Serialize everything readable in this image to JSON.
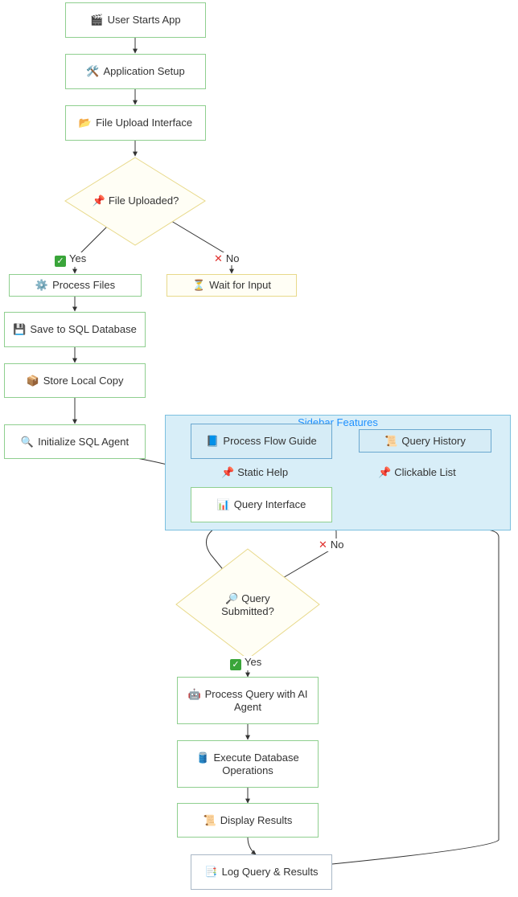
{
  "colors": {
    "node_border": "#8fcf8f",
    "decision_border": "#e8d98a",
    "subgraph_fill": "#d8eef8",
    "subgraph_border": "#7cc0df",
    "subgraph_title": "#1e90ff",
    "edge": "#333333"
  },
  "subgraph": {
    "title": "Sidebar Features"
  },
  "nodes": {
    "user_starts": {
      "icon": "🎬",
      "label": "User Starts App"
    },
    "app_setup": {
      "icon": "🛠️",
      "label": "Application Setup"
    },
    "file_upload": {
      "icon": "📂",
      "label": "File Upload Interface"
    },
    "file_uploaded": {
      "icon": "📌",
      "label": "File Uploaded?"
    },
    "process_files": {
      "icon": "⚙️",
      "label": "Process Files"
    },
    "wait_input": {
      "icon": "⏳",
      "label": "Wait for Input"
    },
    "save_sql": {
      "icon": "💾",
      "label": "Save to SQL Database"
    },
    "store_local": {
      "icon": "📦",
      "label": "Store Local Copy"
    },
    "init_agent": {
      "icon": "🔍",
      "label": "Initialize SQL Agent"
    },
    "process_guide": {
      "icon": "📘",
      "label": "Process Flow Guide"
    },
    "query_history": {
      "icon": "📜",
      "label": "Query History"
    },
    "query_interface": {
      "icon": "📊",
      "label": "Query Interface"
    },
    "query_submitted": {
      "icon": "🔎",
      "label": "Query Submitted?"
    },
    "process_ai": {
      "icon": "🤖",
      "label": "Process Query with AI Agent"
    },
    "execute_db": {
      "icon": "🛢️",
      "label": "Execute Database Operations"
    },
    "display_results": {
      "icon": "📜",
      "label": "Display Results"
    },
    "log_query": {
      "icon": "📑",
      "label": "Log Query & Results"
    }
  },
  "edge_labels": {
    "yes1": "Yes",
    "no1": "No",
    "static_help": "Static Help",
    "clickable_list": "Clickable List",
    "no2": "No",
    "yes2": "Yes"
  }
}
